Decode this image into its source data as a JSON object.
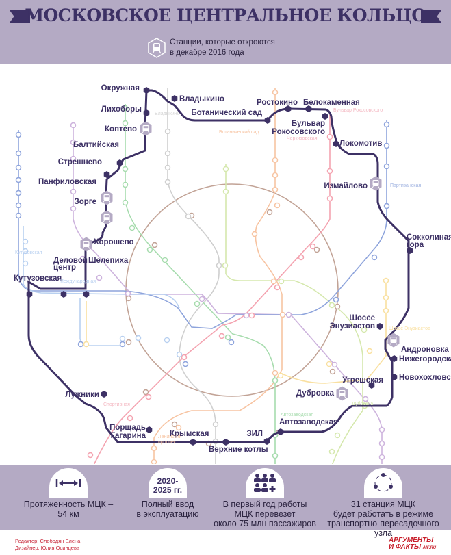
{
  "header": {
    "title": "МОСКОВСКОЕ ЦЕНТРАЛЬНОЕ КОЛЬЦО",
    "legend_line1": "Станции, которые откроются",
    "legend_line2": "в декабре 2016 года",
    "legend_icon": "train-hexagon-icon"
  },
  "colors": {
    "mck": "#3d3165",
    "header_bg": "#b4aac4",
    "pending_station": "#b4aac4",
    "ring": "#b8968a",
    "line_red": "#f08a9a",
    "line_green": "#95d49c",
    "line_blue": "#7f96d8",
    "line_lightblue": "#a9c6ee",
    "line_orange": "#f6b990",
    "line_purple": "#c5a4d8",
    "line_yellow": "#f8dc8a",
    "line_lime": "#cde39a",
    "line_gray": "#cccccc",
    "logo": "#c8202c"
  },
  "mck_stations": [
    {
      "name": "Окружная",
      "status": "open"
    },
    {
      "name": "Владыкино",
      "status": "open"
    },
    {
      "name": "Ботанический сад",
      "status": "open"
    },
    {
      "name": "Ростокино",
      "status": "open"
    },
    {
      "name": "Белокаменная",
      "status": "open"
    },
    {
      "name": "Бульвар",
      "status": "open"
    },
    {
      "name": "Рокосовского",
      "status": "open"
    },
    {
      "name": "Локомотив",
      "status": "open"
    },
    {
      "name": "Измайлово",
      "status": "pending"
    },
    {
      "name": "Сокколиная",
      "status": "open"
    },
    {
      "name": "гора",
      "status": "open"
    },
    {
      "name": "Шоссе",
      "status": "open"
    },
    {
      "name": "Энузиастов",
      "status": "open"
    },
    {
      "name": "Андроновка",
      "status": "pending"
    },
    {
      "name": "Нижегородская",
      "status": "open"
    },
    {
      "name": "Новохохловская",
      "status": "open"
    },
    {
      "name": "Угрешская",
      "status": "open"
    },
    {
      "name": "Дубровка",
      "status": "pending"
    },
    {
      "name": "Автозаводская",
      "status": "open"
    },
    {
      "name": "ЗИЛ",
      "status": "open"
    },
    {
      "name": "Верхние котлы",
      "status": "open"
    },
    {
      "name": "Крымская",
      "status": "open"
    },
    {
      "name": "Порщадь",
      "status": "open"
    },
    {
      "name": "Гагарина",
      "status": "open"
    },
    {
      "name": "Лужники",
      "status": "open"
    },
    {
      "name": "Кутузовская",
      "status": "open"
    },
    {
      "name": "Деловой",
      "status": "open"
    },
    {
      "name": "центр",
      "status": "open"
    },
    {
      "name": "Шелепиха",
      "status": "open"
    },
    {
      "name": "Хорошево",
      "status": "pending"
    },
    {
      "name": "Зорге",
      "status": "pending"
    },
    {
      "name": "Панфиловская",
      "status": "pending"
    },
    {
      "name": "Стрешнево",
      "status": "open"
    },
    {
      "name": "Балтийская",
      "status": "open"
    },
    {
      "name": "Коптево",
      "status": "pending"
    },
    {
      "name": "Лихоборы",
      "status": "open"
    }
  ],
  "metro_transfers": [
    {
      "name": "Владыкино",
      "color": "#bbbbbb"
    },
    {
      "name": "Ботанический сад",
      "color": "#f6b990"
    },
    {
      "name": "Бульвар Рокосовского",
      "color": "#f4a8b4"
    },
    {
      "name": "Черкизовская",
      "color": "#f4a8b4"
    },
    {
      "name": "Партизанская",
      "color": "#8ea4dc"
    },
    {
      "name": "Шоссе Энузиастов",
      "color": "#f8dc8a"
    },
    {
      "name": "Дубровка",
      "color": "#cde39a"
    },
    {
      "name": "Автозаводская",
      "color": "#95d49c"
    },
    {
      "name": "Ленинский",
      "color": "#f6b990"
    },
    {
      "name": "проспект",
      "color": "#f6b990"
    },
    {
      "name": "Спортивная",
      "color": "#f4a8b4"
    },
    {
      "name": "Кутузовская",
      "color": "#a9c6ee"
    },
    {
      "name": "Международная",
      "color": "#a9c6ee"
    }
  ],
  "facts": [
    {
      "icon": "distance-arrows-icon",
      "line1": "Протяженность МЦК –",
      "line2": "54 км",
      "line3": ""
    },
    {
      "icon_line1": "2020-",
      "icon_line2": "2025 гг.",
      "line1": "Полный ввод",
      "line2": "в эксплуатацию",
      "line3": ""
    },
    {
      "icon": "passengers-icon",
      "line1": "В первый год работы",
      "line2": "МЦК перевезет",
      "line3": "около 75 млн пассажиров"
    },
    {
      "icon": "cycle-icon",
      "line1": "31 станция МЦК",
      "line2": "будет работать в режиме",
      "line3": "транспортно-пересадочного узла"
    }
  ],
  "credits": {
    "editor": "Редактор: Слободян Елена",
    "designer": "Дизайнер: Юлия Осинцева"
  },
  "logo": {
    "line1": "АРГУМЕНТЫ",
    "line2": "И ФАКТЫ",
    "site": "AIF.RU"
  }
}
